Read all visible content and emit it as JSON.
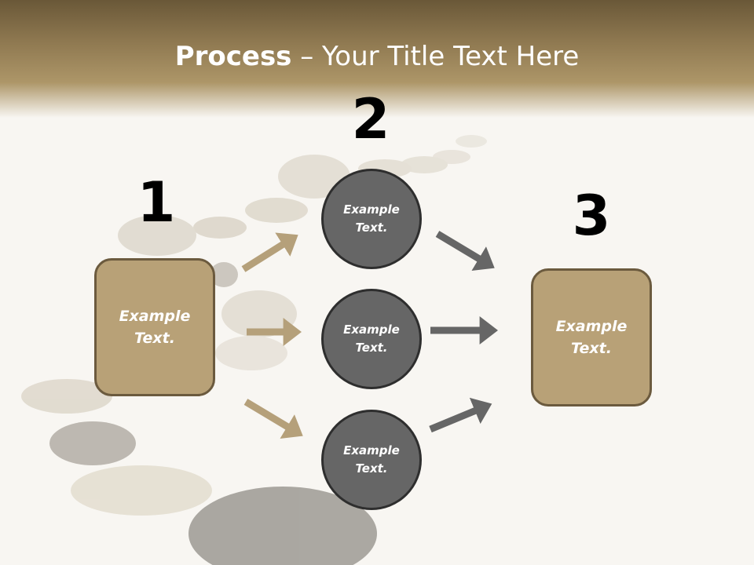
{
  "title": {
    "bold": "Process",
    "rest": " – Your Title Text Here"
  },
  "steps": [
    {
      "number": "1",
      "label": "Example\nText."
    },
    {
      "number": "2",
      "label": "Example\nText."
    },
    {
      "number": "3",
      "label": "Example\nText."
    }
  ],
  "circles": [
    {
      "label": "Example\nText."
    },
    {
      "label": "Example\nText."
    },
    {
      "label": "Example\nText."
    }
  ],
  "colors": {
    "box_fill": "#b8a177",
    "circle_fill": "#666666",
    "tan_arrow": "#b5a07a",
    "gray_arrow": "#666666"
  }
}
